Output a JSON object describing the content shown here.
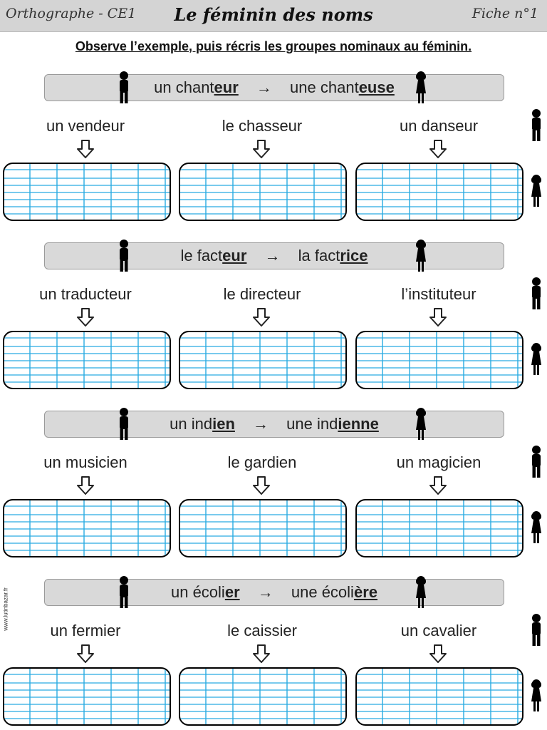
{
  "header": {
    "subject": "Orthographe - CE1",
    "title": "Le féminin des noms",
    "sheet": "Fiche n°1"
  },
  "instruction": "Observe l’exemple, puis récris les groupes nominaux au féminin.",
  "sections": [
    {
      "rule": {
        "masc_prefix": "un chant",
        "masc_suffix": "eur",
        "fem_prefix": "une chant",
        "fem_suffix": "euse"
      },
      "words": [
        "un vendeur",
        "le chasseur",
        "un danseur"
      ]
    },
    {
      "rule": {
        "masc_prefix": "le fact",
        "masc_suffix": "eur",
        "fem_prefix": "la fact",
        "fem_suffix": "rice"
      },
      "words": [
        "un traducteur",
        "le directeur",
        "l’instituteur"
      ]
    },
    {
      "rule": {
        "masc_prefix": "un ind",
        "masc_suffix": "ien",
        "fem_prefix": "une ind",
        "fem_suffix": "ienne"
      },
      "words": [
        "un musicien",
        "le gardien",
        "un magicien"
      ]
    },
    {
      "rule": {
        "masc_prefix": "un écoli",
        "masc_suffix": "er",
        "fem_prefix": "une écoli",
        "fem_suffix": "ère"
      },
      "words": [
        "un fermier",
        "le caissier",
        "un cavalier"
      ]
    }
  ],
  "arrow_symbol": "→",
  "site": "www.lutinbazar.fr",
  "colors": {
    "header_bg": "#d4d4d4",
    "rule_bg": "#d9d9d9",
    "grid_line": "#29abe2"
  }
}
